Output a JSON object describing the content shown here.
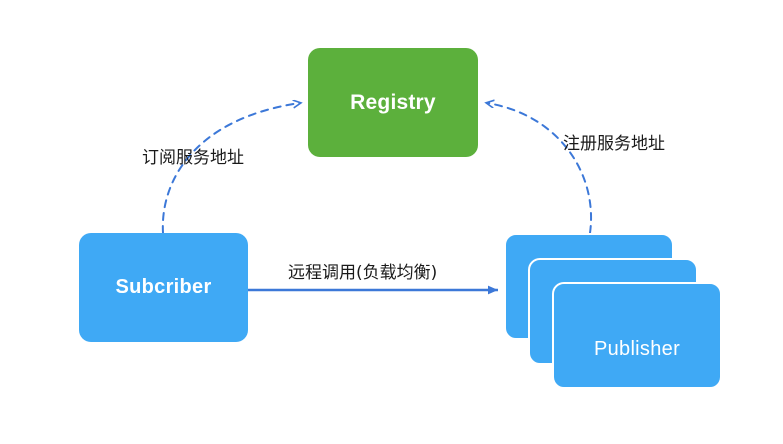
{
  "diagram": {
    "title": "Service Registry / Discovery Diagram",
    "background_color": "#ffffff",
    "nodes": {
      "registry": {
        "label": "Registry",
        "color": "#5cb03c",
        "text_color": "#ffffff"
      },
      "subcriber": {
        "label": "Subcriber",
        "color": "#3fa9f5",
        "text_color": "#ffffff"
      },
      "publisher": {
        "label": "Publisher",
        "color": "#3fa9f5",
        "text_color": "#ffffff",
        "stack_count": 3
      }
    },
    "edges": {
      "subscribe": {
        "label": "订阅服务地址",
        "style": "dashed",
        "color": "#3c78d8",
        "from": "subcriber",
        "to": "registry",
        "arrow": "to-registry"
      },
      "register": {
        "label": "注册服务地址",
        "style": "dashed",
        "color": "#3c78d8",
        "from": "publisher",
        "to": "registry",
        "arrow": "to-registry"
      },
      "invoke": {
        "label": "远程调用(负载均衡)",
        "style": "solid",
        "color": "#3c78d8",
        "from": "subcriber",
        "to": "publisher",
        "arrow": "to-publisher"
      }
    }
  }
}
